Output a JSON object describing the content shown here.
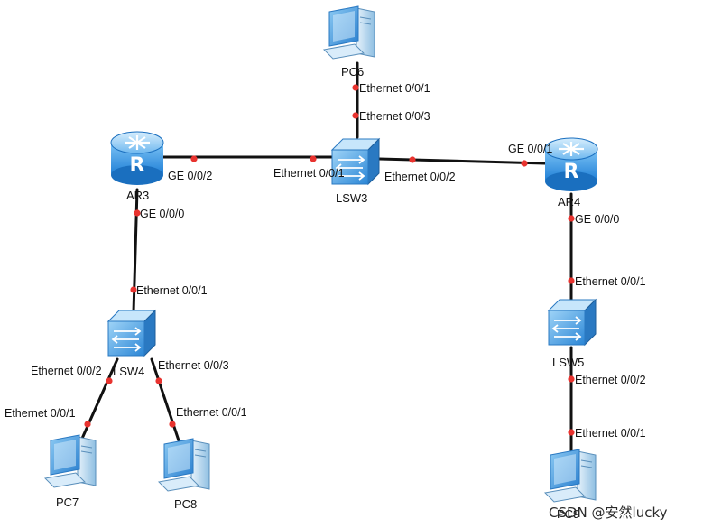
{
  "devices": {
    "pc6": {
      "label": "PC6",
      "type": "pc"
    },
    "ar3": {
      "label": "AR3",
      "type": "router"
    },
    "lsw3": {
      "label": "LSW3",
      "type": "switch"
    },
    "ar4": {
      "label": "AR4",
      "type": "router"
    },
    "lsw4": {
      "label": "LSW4",
      "type": "switch"
    },
    "lsw5": {
      "label": "LSW5",
      "type": "switch"
    },
    "pc7": {
      "label": "PC7",
      "type": "pc"
    },
    "pc8": {
      "label": "PC8",
      "type": "pc"
    },
    "pc9": {
      "label": "PC9",
      "type": "pc"
    }
  },
  "ports": {
    "pc6_e001": "Ethernet 0/0/1",
    "lsw3_e003": "Ethernet 0/0/3",
    "ar3_ge002": "GE 0/0/2",
    "lsw3_e001": "Ethernet 0/0/1",
    "lsw3_e002": "Ethernet 0/0/2",
    "ar4_ge001": "GE 0/0/1",
    "ar3_ge000": "GE 0/0/0",
    "lsw4_e001": "Ethernet 0/0/1",
    "lsw4_e002": "Ethernet 0/0/2",
    "lsw4_e003": "Ethernet 0/0/3",
    "pc7_e001": "Ethernet 0/0/1",
    "pc8_e001": "Ethernet 0/0/1",
    "ar4_ge000": "GE 0/0/0",
    "lsw5_e001": "Ethernet 0/0/1",
    "lsw5_e002": "Ethernet 0/0/2",
    "pc9_e001": "Ethernet 0/0/1"
  },
  "watermark": "CSDN @安然lucky",
  "colors": {
    "link": "#111111",
    "port_dot": "#e8332f",
    "device_blue": "#1f7fd6"
  }
}
